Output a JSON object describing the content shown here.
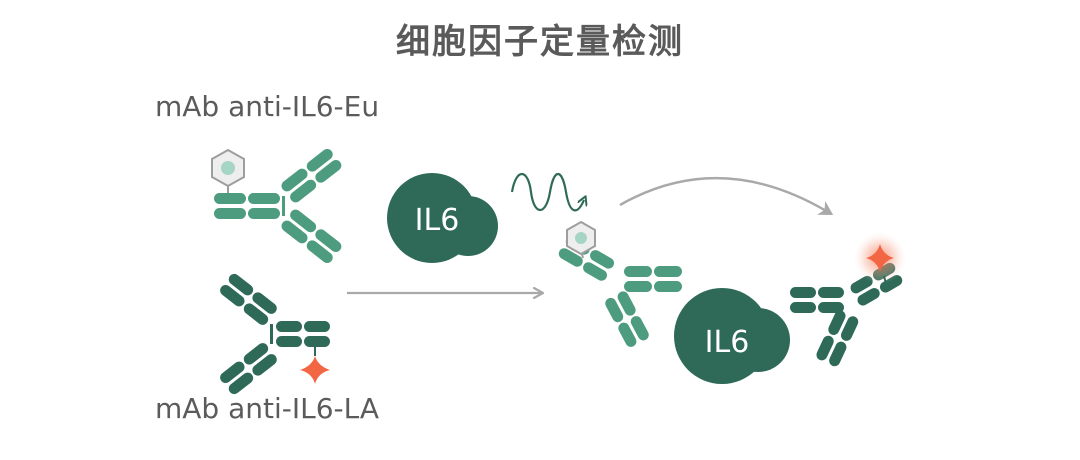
{
  "title": "细胞因子定量检测",
  "labels": {
    "donor_antibody": "mAb anti-IL6-Eu",
    "acceptor_antibody": "mAb anti-IL6-LA"
  },
  "molecules": {
    "free_analyte": "IL6",
    "bound_analyte": "IL6"
  },
  "colors": {
    "antibody_light": "#4e9c80",
    "antibody_dark": "#2f6a58",
    "analyte": "#2f6a58",
    "acceptor_star": "#f26644",
    "arrow": "#a9a9a9",
    "europium_cage": "#9e9e9e"
  },
  "icons": [
    "europium-cage-icon",
    "acceptor-star-icon",
    "fret-wave-icon",
    "reaction-arrow-icon",
    "emission-arrow-icon",
    "glow-star-icon"
  ]
}
